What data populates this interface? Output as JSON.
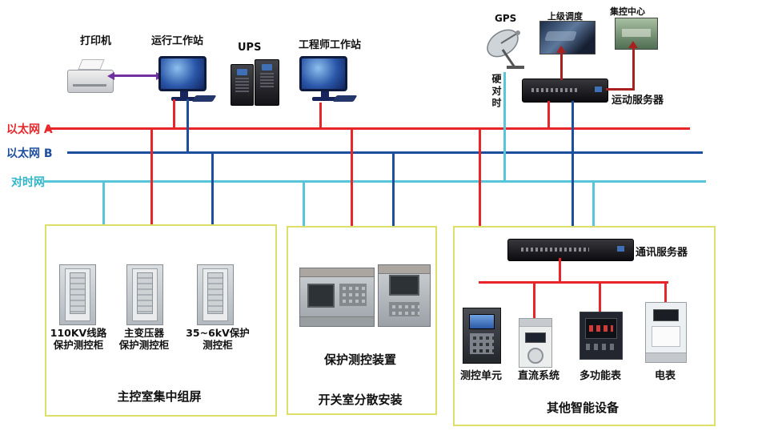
{
  "colors": {
    "ethernet_a": "#e8262a",
    "ethernet_b": "#1d4f9e",
    "time_sync_net": "#58c5d8",
    "printer_link": "#7030a0",
    "uplink": "#a82020",
    "zone_border": "#dede6a"
  },
  "top": {
    "printer_label": "打印机",
    "operator_ws_label": "运行工作站",
    "ups_label": "UPS",
    "engineer_ws_label": "工程师工作站",
    "gps_label": "GPS",
    "superior_dispatch_label": "上级调度",
    "control_center_label": "集控中心",
    "telemetry_server_label": "运动服务器",
    "hard_time_sync_label": "硬对时"
  },
  "buses": {
    "ethernet_a_label": "以太网 A",
    "ethernet_b_label": "以太网 B",
    "time_sync_label": "对时网"
  },
  "main_control_room": {
    "title": "主控室集中组屏",
    "cabinets": [
      {
        "line1": "110KV线路",
        "line2": "保护测控柜"
      },
      {
        "line1": "主变压器",
        "line2": "保护测控柜"
      },
      {
        "line1": "35~6kV保护",
        "line2": "测控柜"
      }
    ]
  },
  "switch_room": {
    "title": "开关室分散安装",
    "device_label": "保护测控装置"
  },
  "smart_devices": {
    "title": "其他智能设备",
    "comm_server_label": "通讯服务器",
    "devices": [
      {
        "label": "测控单元"
      },
      {
        "label": "直流系统"
      },
      {
        "label": "多功能表"
      },
      {
        "label": "电表"
      }
    ]
  }
}
